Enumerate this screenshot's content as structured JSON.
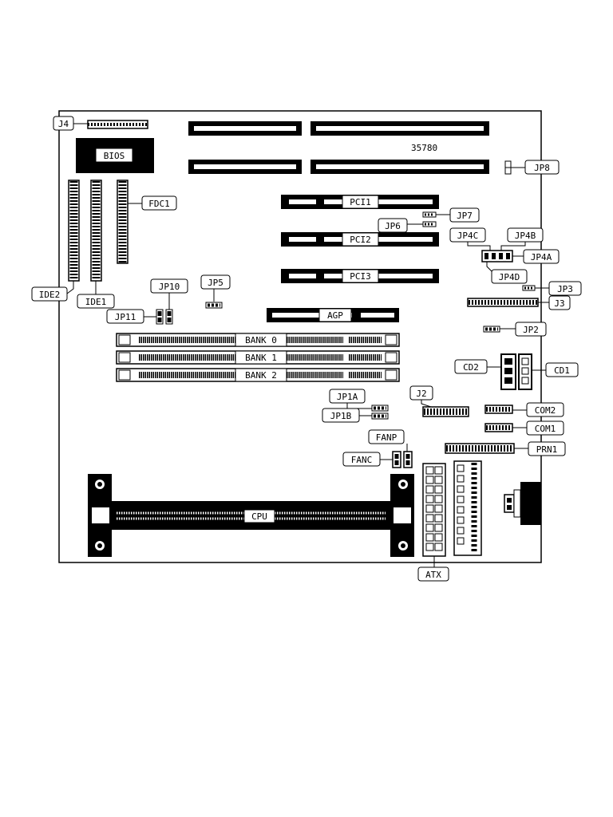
{
  "board_number": "35780",
  "components": {
    "bios": "BIOS",
    "pci1": "PCI1",
    "pci2": "PCI2",
    "pci3": "PCI3",
    "agp": "AGP",
    "bank0": "BANK 0",
    "bank1": "BANK 1",
    "bank2": "BANK 2",
    "cpu": "CPU"
  },
  "callouts": {
    "j4": "J4",
    "jp8": "JP8",
    "fdc1": "FDC1",
    "jp7": "JP7",
    "jp6": "JP6",
    "jp4c": "JP4C",
    "jp4b": "JP4B",
    "jp4a": "JP4A",
    "jp4d": "JP4D",
    "ide2": "IDE2",
    "ide1": "IDE1",
    "jp10": "JP10",
    "jp5": "JP5",
    "jp11": "JP11",
    "jp3": "JP3",
    "j3": "J3",
    "jp2": "JP2",
    "cd2": "CD2",
    "cd1": "CD1",
    "jp1a": "JP1A",
    "j2": "J2",
    "jp1b": "JP1B",
    "com2": "COM2",
    "com1": "COM1",
    "fanp": "FANP",
    "prn1": "PRN1",
    "fanc": "FANC",
    "atx": "ATX"
  }
}
